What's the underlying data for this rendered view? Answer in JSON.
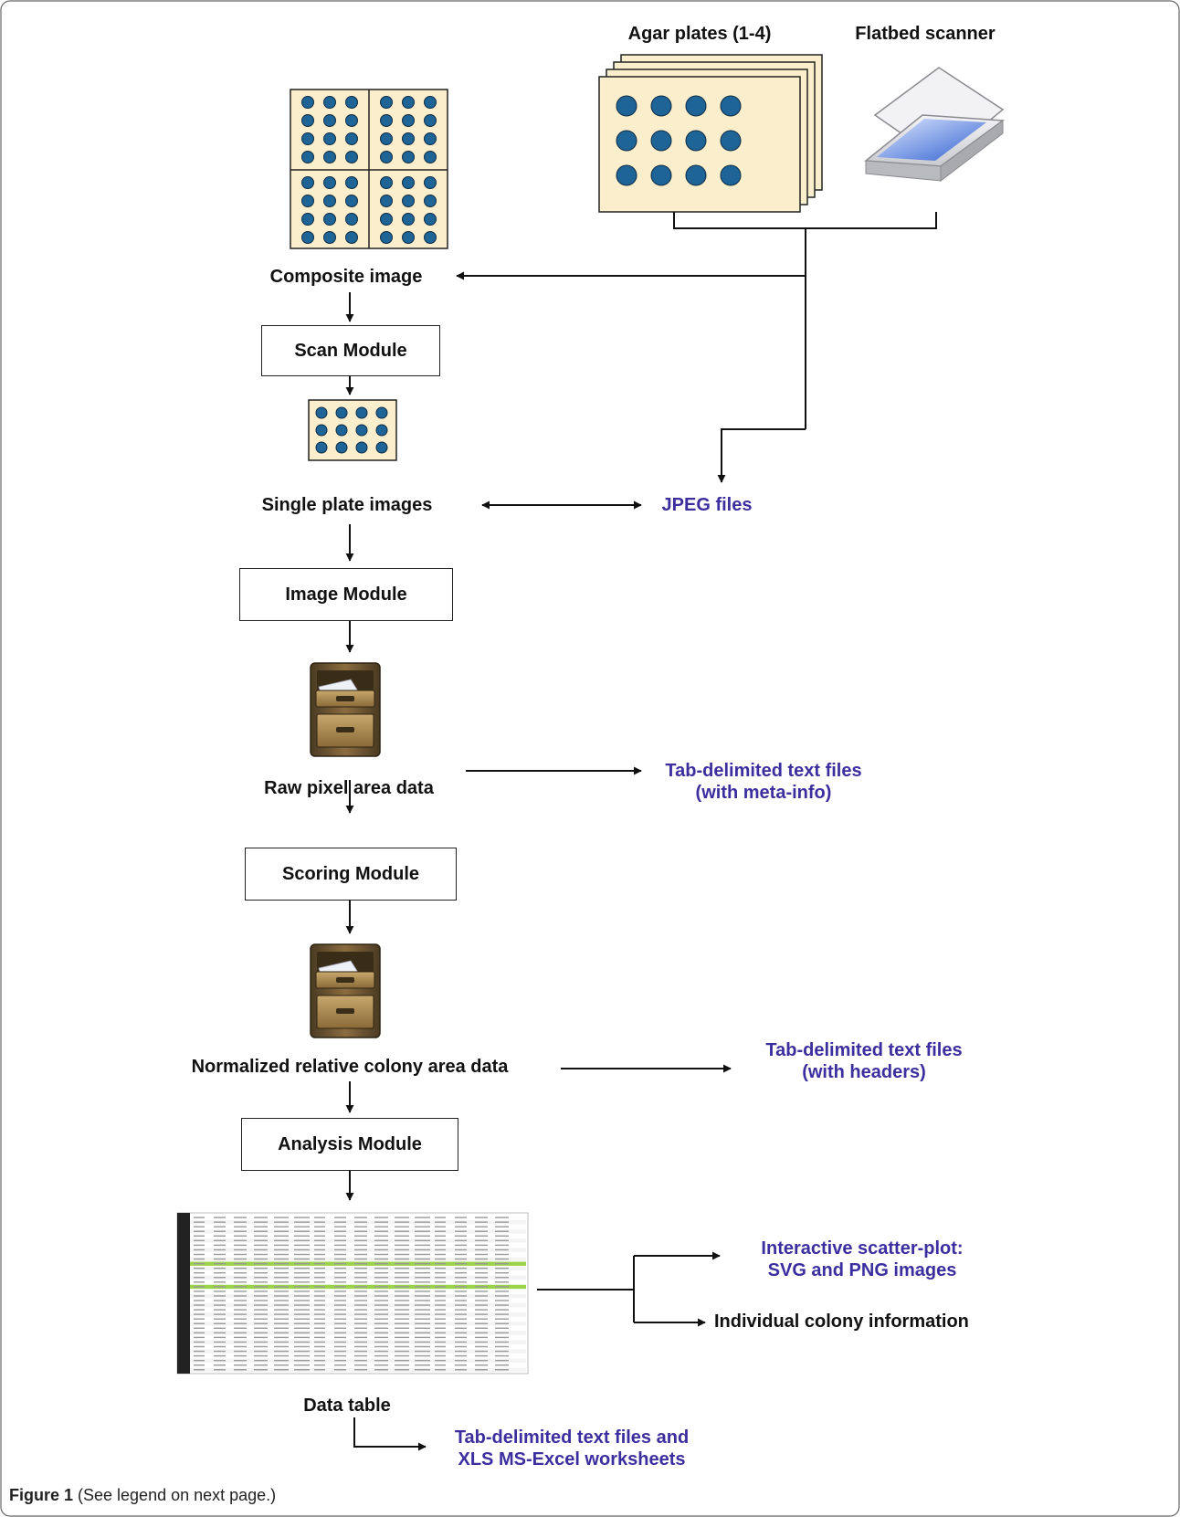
{
  "top_labels": {
    "agar_plates": "Agar plates (1-4)",
    "scanner": "Flatbed scanner"
  },
  "nodes": {
    "composite": "Composite image",
    "scan_module": "Scan Module",
    "single_plate": "Single plate images",
    "image_module": "Image Module",
    "raw_pixel": "Raw pixel area data",
    "scoring_module": "Scoring Module",
    "normalized": "Normalized relative colony area data",
    "analysis_module": "Analysis Module",
    "data_table": "Data table"
  },
  "outputs": {
    "jpeg": "JPEG files",
    "tab_meta_1": "Tab-delimited text files",
    "tab_meta_2": "(with meta-info)",
    "tab_headers_1": "Tab-delimited text files",
    "tab_headers_2": "(with headers)",
    "scatter_1": "Interactive scatter-plot:",
    "scatter_2": "SVG and PNG images",
    "colony_info": "Individual colony information",
    "xls_1": "Tab-delimited text files and",
    "xls_2": "XLS MS-Excel worksheets"
  },
  "caption": {
    "label": "Figure 1",
    "text": " (See legend on next page.)"
  },
  "colors": {
    "plate_fill": "#fbeecd",
    "colony": "#1f6496",
    "output_text": "#3b2fa0",
    "highlight_row": "#9bd34a"
  }
}
